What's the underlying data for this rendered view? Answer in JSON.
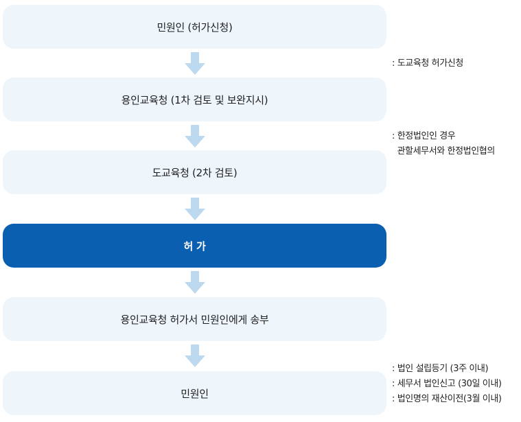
{
  "steps": [
    {
      "label": "민원인 (허가신청)"
    },
    {
      "label": "용인교육청 (1차 검토 및 보완지시)"
    },
    {
      "label": "도교육청 (2차 검토)"
    },
    {
      "label": "허 가"
    },
    {
      "label": "용인교육청 허가서 민원인에게 송부"
    },
    {
      "label": "민원인"
    }
  ],
  "notes": {
    "note1": [
      ": 도교육청 허가신청"
    ],
    "note2": [
      ": 한정법인인 경우",
      "  관할세무서와 한정법인협의"
    ],
    "note3": [
      ": 법인 설립등기 (3주 이내)",
      ": 세무서 법인신고 (30일 이내)",
      ": 법인명의 재산이전(3월 이내)"
    ]
  },
  "colors": {
    "box_bg": "#eef6fc",
    "highlight_bg": "#0a5fb0",
    "arrow": "#bcd9ef"
  }
}
